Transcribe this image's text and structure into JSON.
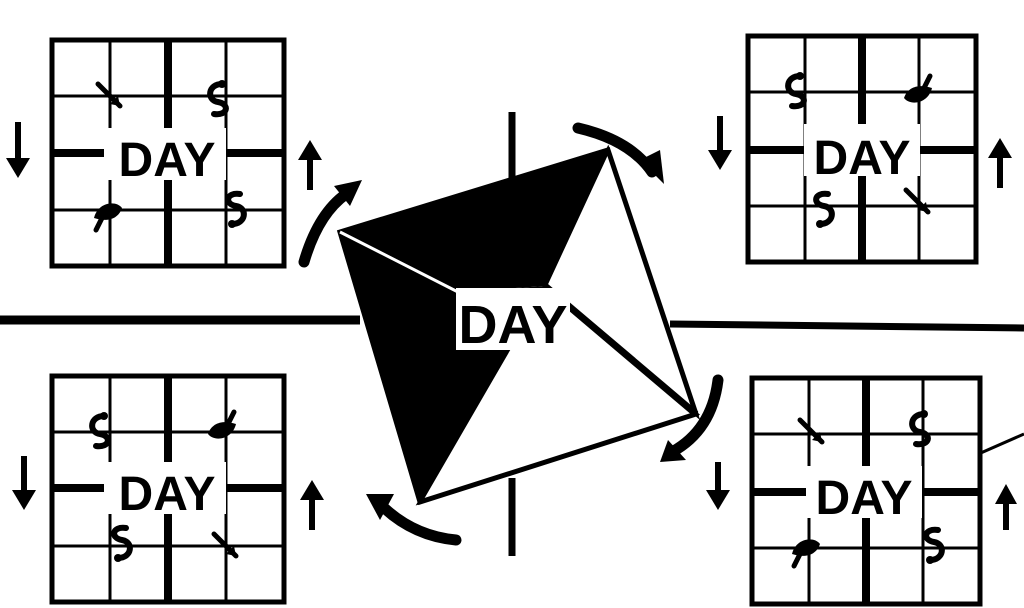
{
  "diagram": {
    "center_label": "DAY",
    "panels": [
      {
        "id": "top-left",
        "label": "DAY"
      },
      {
        "id": "top-right",
        "label": "DAY"
      },
      {
        "id": "bottom-left",
        "label": "DAY"
      },
      {
        "id": "bottom-right",
        "label": "DAY"
      }
    ],
    "icons": [
      "arrow-up-icon",
      "arrow-down-icon",
      "rotation-arrow-icon",
      "cyclone-symbol-icon"
    ]
  }
}
